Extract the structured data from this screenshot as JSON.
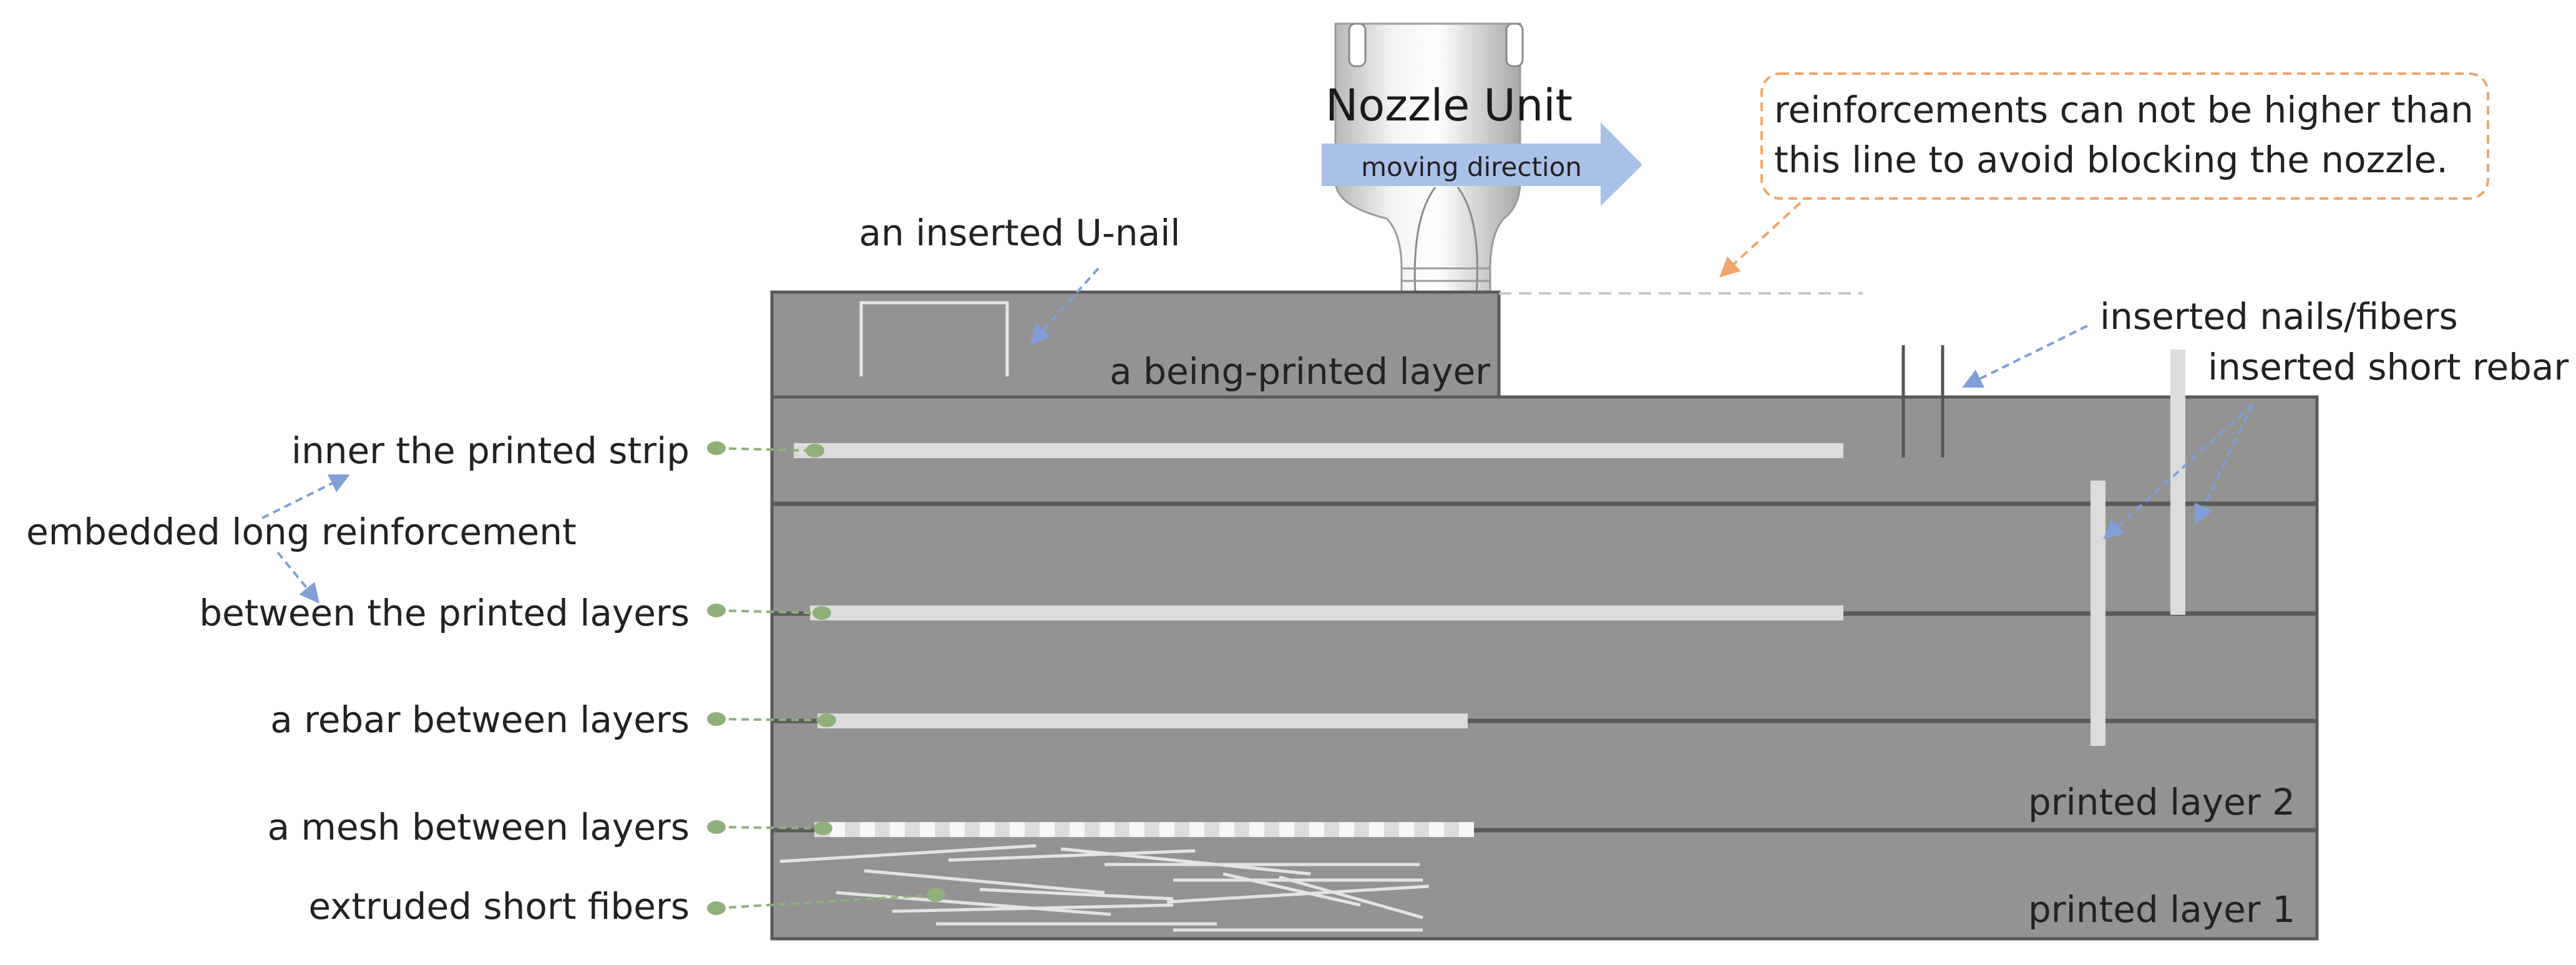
{
  "nozzle": {
    "title": "Nozzle Unit",
    "direction_label": "moving direction"
  },
  "callout": {
    "line1": "reinforcements can not be higher than",
    "line2": "this line to avoid blocking the nozzle."
  },
  "labels": {
    "u_nail": "an inserted U-nail",
    "being_printed": "a being-printed layer",
    "nails_fibers": "inserted nails/fibers",
    "short_rebar": "inserted short rebar",
    "inner_strip": "inner the printed strip",
    "embedded_long": "embedded long reinforcement",
    "between_layers": "between the printed layers",
    "rebar_between": "a rebar between layers",
    "mesh_between": "a mesh between layers",
    "short_fibers": "extruded short fibers",
    "layer2": "printed layer 2",
    "layer1": "printed layer 1"
  },
  "colors": {
    "concrete": "#939393",
    "layer_edge": "#5a5a5a",
    "reinforcement": "#dcdcdc",
    "pointer_blue": "#7f9fd6",
    "pointer_orange": "#f2a56b",
    "pointer_green": "#8fb07a",
    "arrow_fill": "#a9c1e6"
  }
}
